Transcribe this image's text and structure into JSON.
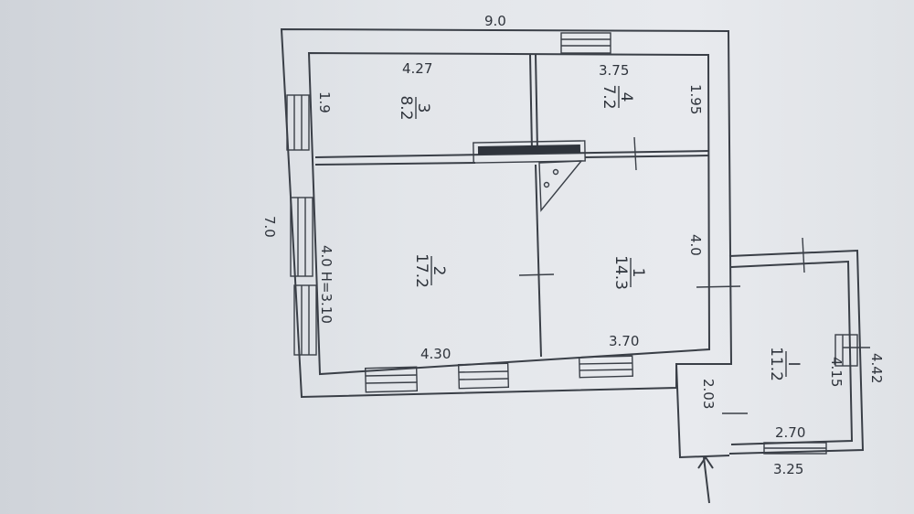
{
  "plan": {
    "overall": {
      "width": "9.0",
      "height": "7.0"
    },
    "rooms": [
      {
        "id": "room-3",
        "number": "3",
        "area": "8.2"
      },
      {
        "id": "room-4",
        "number": "4",
        "area": "7.2"
      },
      {
        "id": "room-2",
        "number": "2",
        "area": "17.2"
      },
      {
        "id": "room-1",
        "number": "1",
        "area": "14.3"
      },
      {
        "id": "room-porch",
        "number": "I",
        "area": "11.2"
      }
    ],
    "dimensions": {
      "room3_width": "4.27",
      "room3_height": "1.9",
      "room4_width": "3.75",
      "room4_height": "1.95",
      "room2_height": "4.0 H=3.10",
      "room2_width": "4.30",
      "room1_height": "4.0",
      "room1_width": "3.70",
      "porch_inner_length": "4.15",
      "porch_outer_length": "4.42",
      "porch_inner_width": "2.70",
      "porch_outer_width": "3.25",
      "porch_step": "2.03"
    }
  }
}
